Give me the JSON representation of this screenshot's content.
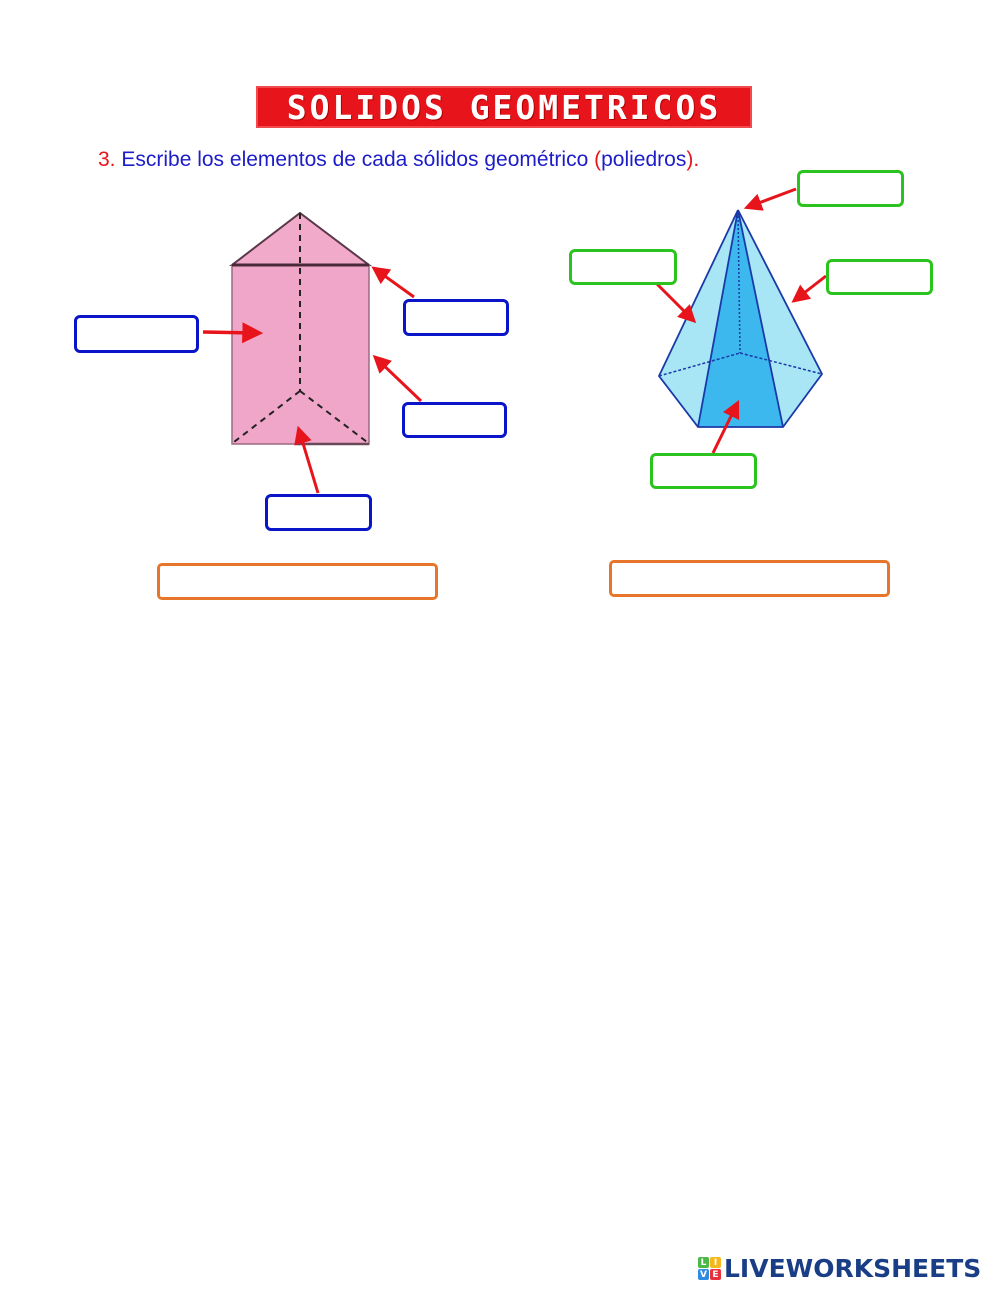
{
  "title": "SOLIDOS GEOMETRICOS",
  "instruction": {
    "number": "3.",
    "text_before": " Escribe los elementos de cada sólidos geométrico ",
    "paren_open": "(",
    "paren_word": "poliedros",
    "paren_close": ")."
  },
  "colors": {
    "title_red": "#e8141b",
    "instruction_blue": "#1c1cc8",
    "prism_fill": "#f0a6c8",
    "prism_box_border": "#0a14c8",
    "pyramid_light": "#a8e6f6",
    "pyramid_dark": "#3cb8ee",
    "pyramid_edge": "#1a3aa8",
    "pyramid_box_border": "#2bc41e",
    "name_box_border": "#e8762a",
    "arrow_red": "#e8141b",
    "brand_blue": "#1a3e86"
  },
  "prism": {
    "shape": "triangular-prism",
    "answer_boxes": [
      {
        "id": "prism-face",
        "value": "",
        "placeholder": ""
      },
      {
        "id": "prism-vertex",
        "value": "",
        "placeholder": ""
      },
      {
        "id": "prism-edge",
        "value": "",
        "placeholder": ""
      },
      {
        "id": "prism-base",
        "value": "",
        "placeholder": ""
      }
    ],
    "name_box": {
      "value": "",
      "placeholder": ""
    }
  },
  "pyramid": {
    "shape": "pentagonal-pyramid",
    "answer_boxes": [
      {
        "id": "pyramid-apex",
        "value": "",
        "placeholder": ""
      },
      {
        "id": "pyramid-lateral-face",
        "value": "",
        "placeholder": ""
      },
      {
        "id": "pyramid-edge",
        "value": "",
        "placeholder": ""
      },
      {
        "id": "pyramid-base",
        "value": "",
        "placeholder": ""
      }
    ],
    "name_box": {
      "value": "",
      "placeholder": ""
    }
  },
  "footer": {
    "logo_cells": [
      "L",
      "I",
      "V",
      "E"
    ],
    "logo_cell_colors": [
      "#4cb848",
      "#f5b81c",
      "#2f8ce0",
      "#e8313a"
    ],
    "brand": "LIVEWORKSHEETS"
  }
}
